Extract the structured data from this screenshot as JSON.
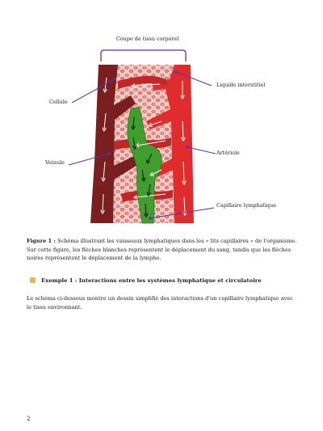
{
  "figure": {
    "labels": {
      "top": "Coupe de tissu corporel",
      "cellule": "Cellule",
      "liquide": "Liquide interstitiel",
      "arteriole": "Artériole",
      "veinule": "Veinule",
      "capillaire": "Capillaire lymphatique"
    },
    "colors": {
      "vein": "#7a1f1f",
      "artery": "#e02c2c",
      "lymph": "#3f9e2e",
      "tissue": "#f3c9c6",
      "cell": "#d9706a",
      "pointer": "#5a2fb0"
    }
  },
  "caption": {
    "bold": "Figure 1 :",
    "text": " Schéma illustrant les vaisseaux lymphatiques dans les « lits capillaires » de l'organisme. Sur cette figure, les flèches blanches représentent le déplacement du sang, tandis que les flèches noires représentent le déplacement de la lymphe."
  },
  "example": {
    "title": "Exemple 1 : Interactions entre les systèmes lymphatique et circulatoire"
  },
  "paragraph": "Le schéma ci-dessous montre un dessin simplifié des interactions d'un capillaire lymphatique avec le tissu environnant.",
  "page_number": "2"
}
